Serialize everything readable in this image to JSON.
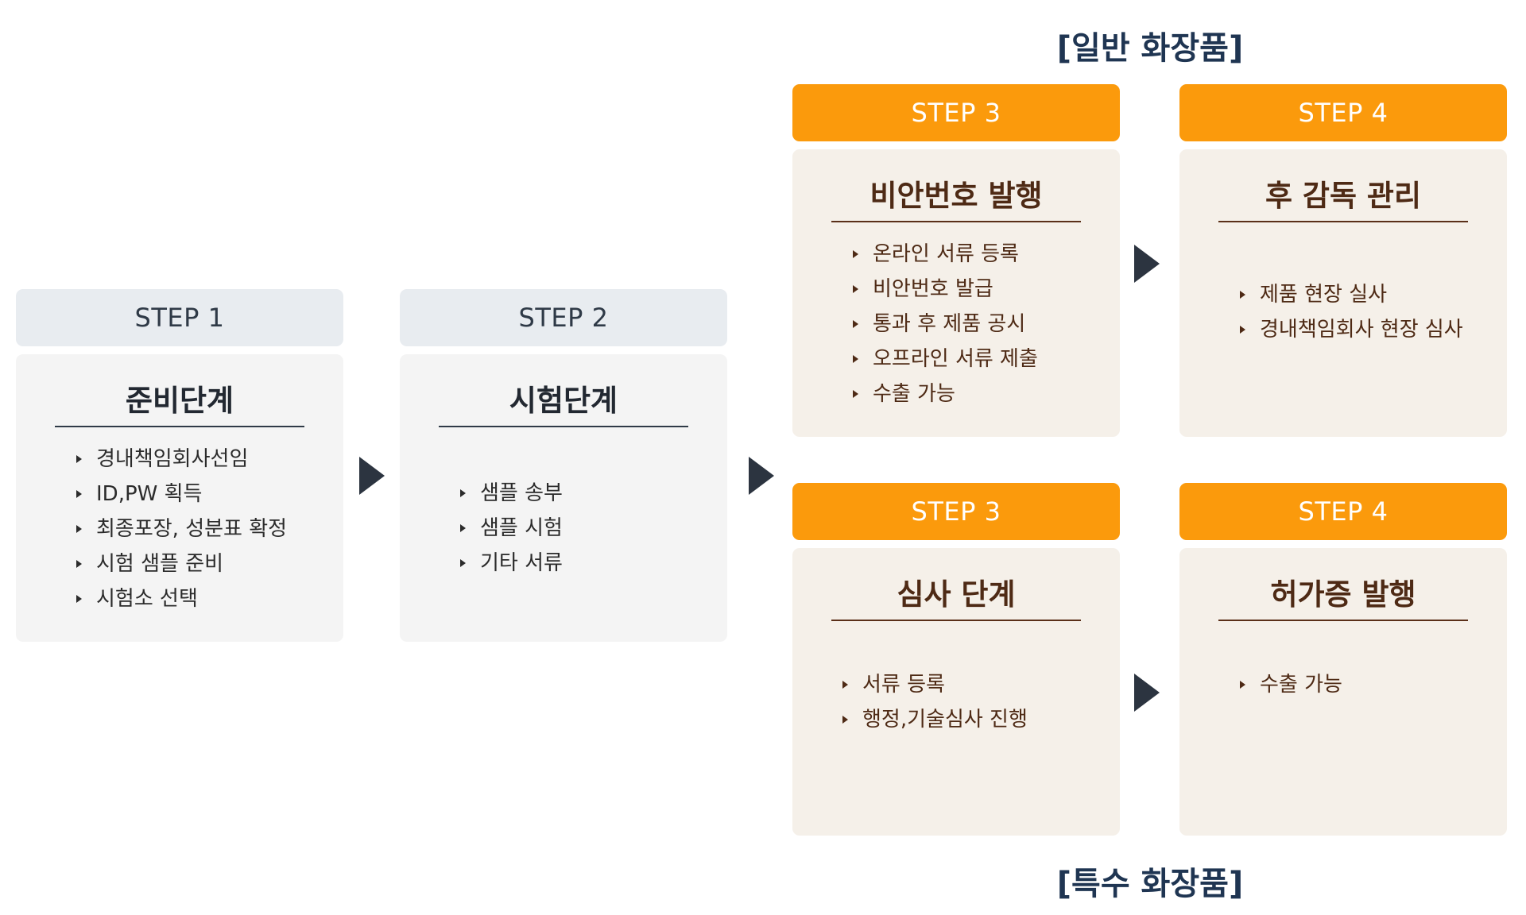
{
  "labels": {
    "general": "[일반 화장품]",
    "special": "[특수 화장품]"
  },
  "step1": {
    "header": "STEP 1",
    "title": "준비단계",
    "items": [
      "경내책임회사선임",
      "ID,PW 획득",
      "최종포장, 성분표 확정",
      "시험 샘플 준비",
      "시험소 선택"
    ]
  },
  "step2": {
    "header": "STEP 2",
    "title": "시험단계",
    "items": [
      "샘플 송부",
      "샘플 시험",
      "기타 서류"
    ]
  },
  "general_step3": {
    "header": "STEP 3",
    "title": "비안번호 발행",
    "items": [
      "온라인 서류 등록",
      "비안번호 발급",
      "통과 후 제품 공시",
      "오프라인 서류 제출",
      "수출 가능"
    ]
  },
  "general_step4": {
    "header": "STEP 4",
    "title": "후 감독 관리",
    "items": [
      "제품 현장 실사",
      "경내책임회사 현장 심사"
    ]
  },
  "special_step3": {
    "header": "STEP 3",
    "title": "심사 단계",
    "items": [
      "서류 등록",
      "행정,기술심사 진행"
    ]
  },
  "special_step4": {
    "header": "STEP 4",
    "title": "허가증 발행",
    "items": [
      "수출 가능"
    ]
  },
  "colors": {
    "accent_orange": "#fb9a0c",
    "header_gray": "#e8ecf0",
    "card_gray": "#f4f4f4",
    "card_cream": "#f5f0e9",
    "label_navy": "#1f3552",
    "title_brown": "#4e2a15",
    "arrow": "#2c3440"
  },
  "icons": [
    "bullet-triangle-icon",
    "flow-arrow-icon"
  ]
}
